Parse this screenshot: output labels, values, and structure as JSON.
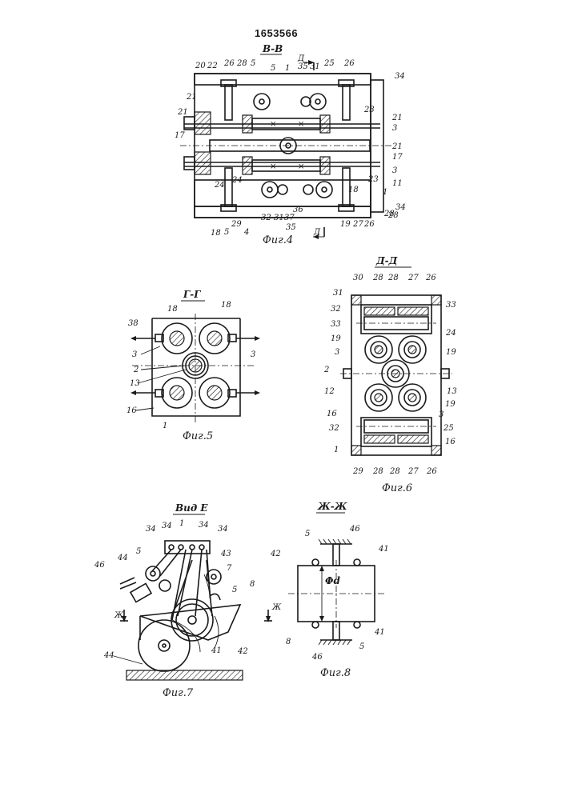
{
  "document": {
    "patent_number": "1653566"
  },
  "figures": {
    "fig4": {
      "section": "В-В",
      "caption": "Фиг.4",
      "cut_mark": "Д",
      "labels_top": [
        "20",
        "22",
        "26",
        "28",
        "5",
        "5",
        "1",
        "35",
        "31",
        "25",
        "26",
        "34"
      ],
      "labels_left": [
        "21",
        "21",
        "17"
      ],
      "labels_right": [
        "23",
        "3",
        "21",
        "21",
        "17",
        "3",
        "23",
        "11",
        "1",
        "28",
        "34"
      ],
      "labels_bottom": [
        "24",
        "29",
        "18",
        "5",
        "4",
        "32",
        "31",
        "37",
        "36",
        "35",
        "19",
        "27",
        "26",
        "28",
        "18",
        "24"
      ]
    },
    "fig5": {
      "section": "Г-Г",
      "caption": "Фиг.5",
      "labels": [
        "18",
        "18",
        "38",
        "3",
        "3",
        "2",
        "13",
        "16",
        "1"
      ]
    },
    "fig6": {
      "section": "Д-Д",
      "caption": "Фиг.6",
      "labels_top": [
        "30",
        "28",
        "28",
        "27",
        "26"
      ],
      "labels_left": [
        "31",
        "32",
        "33",
        "19",
        "3",
        "2",
        "12",
        "16",
        "32",
        "1"
      ],
      "labels_right": [
        "33",
        "24",
        "19",
        "13",
        "19",
        "3",
        "25",
        "16"
      ],
      "labels_bottom": [
        "29",
        "28",
        "28",
        "27",
        "26"
      ]
    },
    "fig7": {
      "section": "Вид Е",
      "caption": "Фиг.7",
      "cut_mark": "Ж",
      "labels": [
        "34",
        "34",
        "1",
        "34",
        "34",
        "5",
        "44",
        "46",
        "43",
        "7",
        "8",
        "5",
        "41",
        "42",
        "44"
      ]
    },
    "fig8": {
      "section": "Ж-Ж",
      "caption": "Фиг.8",
      "dimension": "Φd",
      "labels": [
        "5",
        "46",
        "42",
        "41",
        "8",
        "41",
        "46",
        "5"
      ]
    }
  }
}
